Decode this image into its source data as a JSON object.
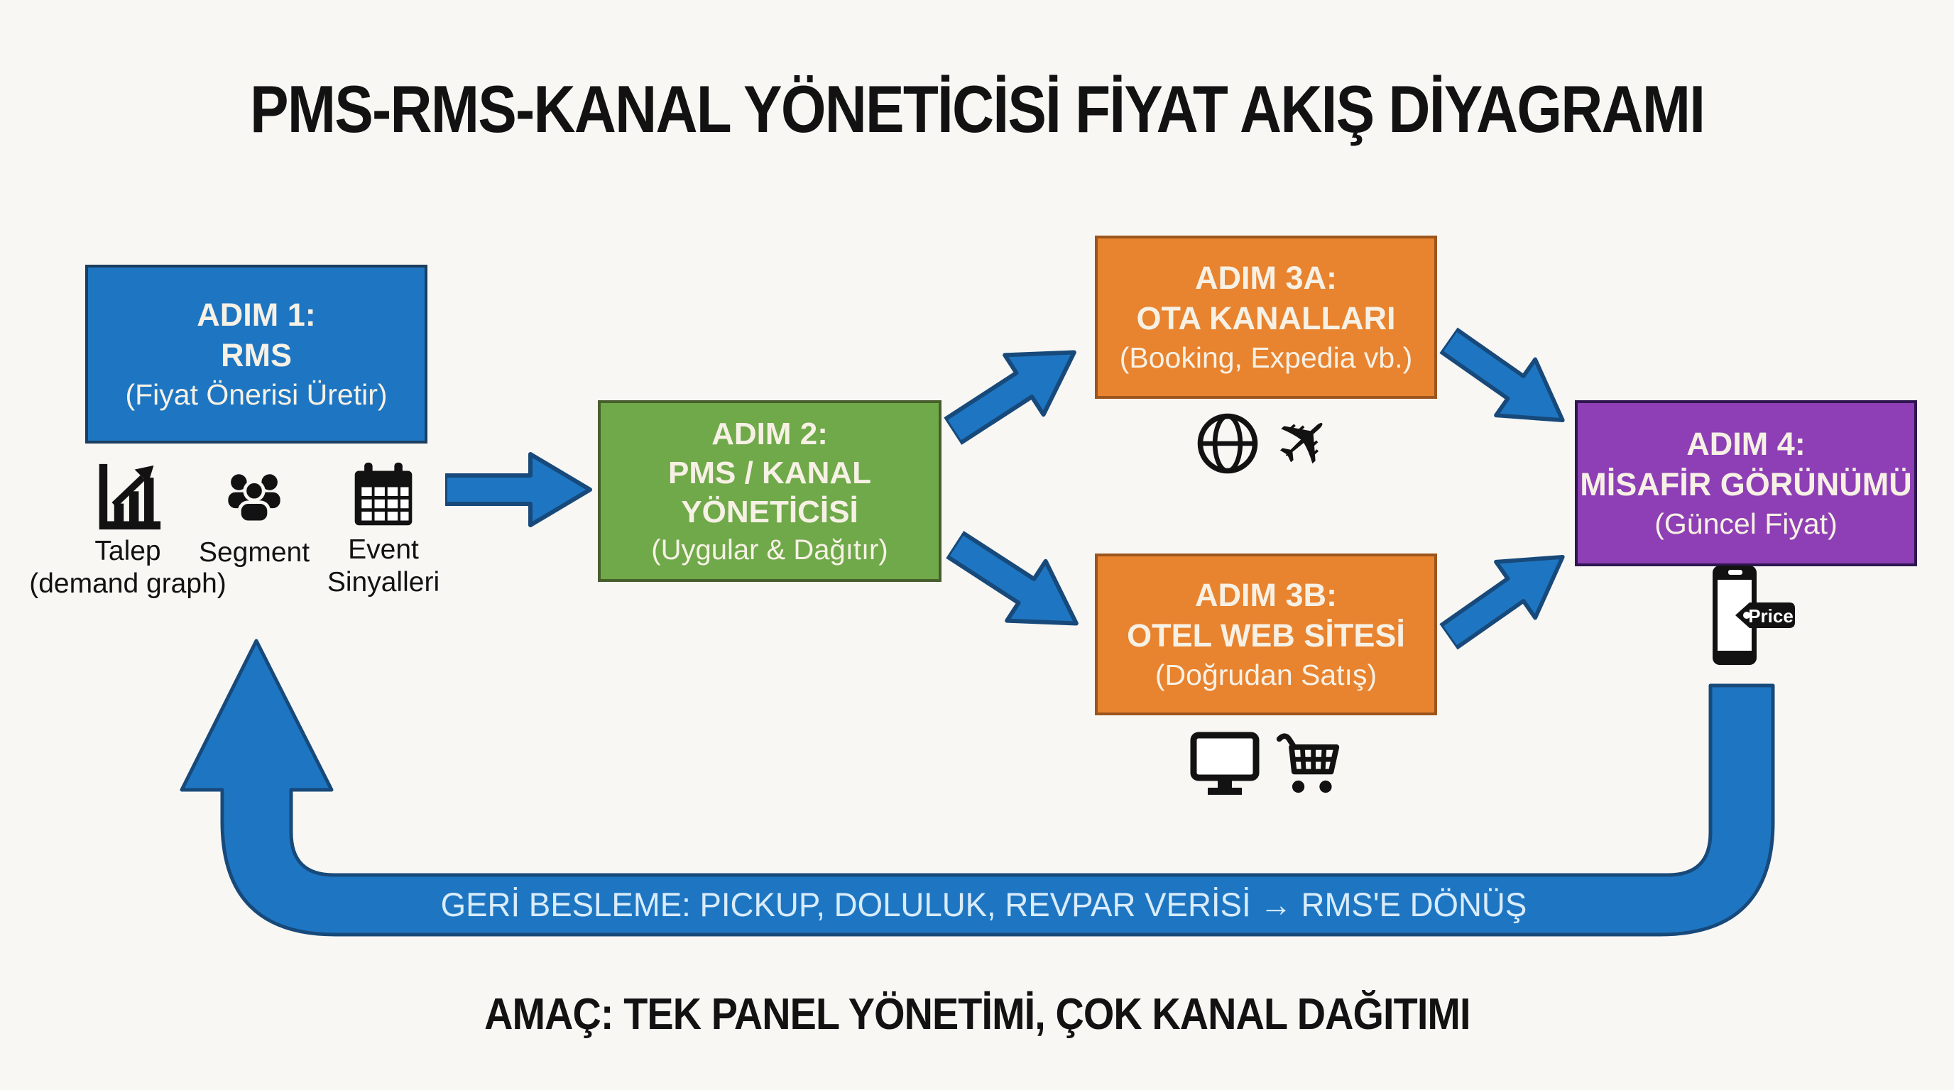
{
  "title": "PMS-RMS-KANAL YÖNETİCİSİ FİYAT AKIŞ DİYAGRAMI",
  "steps": {
    "step1": {
      "heading": "ADIM 1:",
      "name": "RMS",
      "detail": "(Fiyat Önerisi Üretir)"
    },
    "step2": {
      "heading": "ADIM 2:",
      "name_line1": "PMS / KANAL",
      "name_line2": "YÖNETİCİSİ",
      "detail": "(Uygular & Dağıtır)"
    },
    "step3a": {
      "heading": "ADIM 3A:",
      "name": "OTA KANALLARI",
      "detail": "(Booking, Expedia vb.)"
    },
    "step3b": {
      "heading": "ADIM 3B:",
      "name": "OTEL WEB SİTESİ",
      "detail": "(Doğrudan Satış)"
    },
    "step4": {
      "heading": "ADIM 4:",
      "name": "MİSAFİR GÖRÜNÜMÜ",
      "detail": "(Güncel Fiyat)"
    }
  },
  "rms_inputs": {
    "talep": {
      "icon": "bar-chart-icon",
      "label": "Talep",
      "sublabel": "(demand graph)"
    },
    "segment": {
      "icon": "users-icon",
      "label": "Segment"
    },
    "event": {
      "icon": "calendar-icon",
      "label": "Event",
      "sublabel": "Sinyalleri"
    }
  },
  "channel_icons": {
    "ota": [
      "globe-icon",
      "airplane-icon"
    ],
    "web": [
      "monitor-icon",
      "shopping-cart-icon"
    ]
  },
  "phone_tag_label": "Price",
  "feedback_label": "GERİ BESLEME: PICKUP, DOLULUK, REVPAR VERİSİ → RMS'E DÖNÜŞ",
  "goal_label": "AMAÇ: TEK PANEL YÖNETİMİ, ÇOK KANAL DAĞITIMI",
  "colors": {
    "background": "#f8f7f4",
    "arrow_blue": "#1e76c2",
    "arrow_outline": "#17497a",
    "step1_blue": "#1e76c2",
    "step2_green": "#6fa94a",
    "step3_orange": "#e8832f",
    "step4_purple": "#8e3fb5",
    "box_text": "#f7f1e5",
    "feedback_text": "#d9ecfa",
    "ink": "#121212"
  }
}
